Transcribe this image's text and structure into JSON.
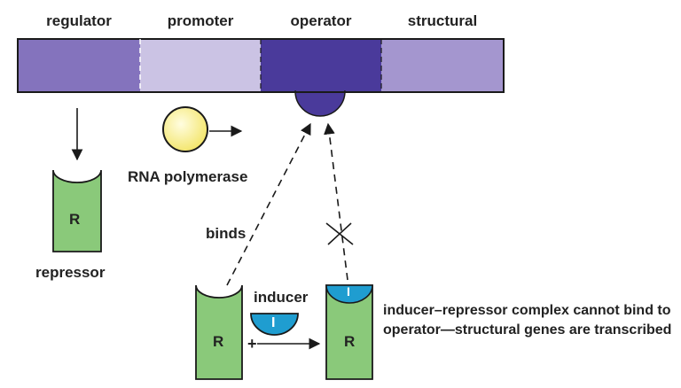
{
  "segments": [
    {
      "label": "regulator",
      "fill": "#8473bd"
    },
    {
      "label": "promoter",
      "fill": "#cbc3e4"
    },
    {
      "label": "operator",
      "fill": "#4a3a9b"
    },
    {
      "label": "structural",
      "fill": "#a496cf"
    }
  ],
  "labels": {
    "rna_polymerase": "RNA polymerase",
    "repressor": "repressor",
    "binds": "binds",
    "inducer": "inducer",
    "repressor_letter": "R",
    "inducer_letter": "I",
    "plus": "+",
    "complex_note": "inducer–repressor complex cannot bind to operator—structural genes are transcribed"
  },
  "colors": {
    "repressor_green": "#8ac97a",
    "inducer_blue": "#1f9dd0",
    "polymerase_yellow": "#fdf5a6",
    "outline": "#1a1a1a"
  }
}
